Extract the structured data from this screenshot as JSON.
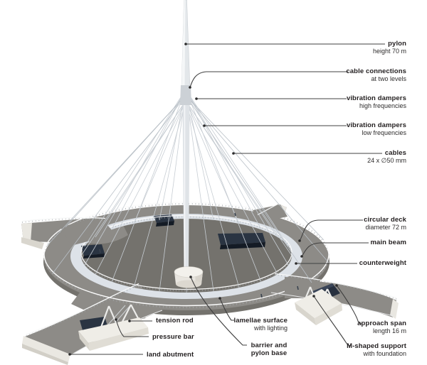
{
  "labels": {
    "pylon": {
      "term": "pylon",
      "detail": "height 70 m"
    },
    "cable_connections": {
      "term": "cable connections",
      "detail": "at two levels"
    },
    "dampers_high": {
      "term": "vibration dampers",
      "detail": "high frequencies"
    },
    "dampers_low": {
      "term": "vibration dampers",
      "detail": "low frequencies"
    },
    "cables": {
      "term": "cables",
      "detail": "24 x ∅50 mm"
    },
    "circular_deck": {
      "term": "circular deck",
      "detail": "diameter 72 m"
    },
    "main_beam": {
      "term": "main beam"
    },
    "counterweight": {
      "term": "counterweight"
    },
    "approach_span": {
      "term": "approach span",
      "detail": "length 16 m"
    },
    "m_support": {
      "term": "M-shaped support",
      "detail": "with foundation"
    },
    "tension_rod": {
      "term": "tension rod"
    },
    "pressure_bar": {
      "term": "pressure bar"
    },
    "land_abutment": {
      "term": "land abutment"
    },
    "lamellae": {
      "term": "lamellae surface",
      "detail": "with lighting"
    },
    "barrier": {
      "term": "barrier and",
      "term2": "pylon base"
    }
  },
  "colors": {
    "deck_road": "#8d8b87",
    "deck_side": "#74726d",
    "lamellae_band": "#dde2e8",
    "counterweight": "#2a3442",
    "foundation": "#efede7",
    "pylon": "#dfe3e7",
    "cable": "#c7cdd3",
    "leader_line": "#404040",
    "label_text": "#231f20",
    "background": "#ffffff"
  }
}
